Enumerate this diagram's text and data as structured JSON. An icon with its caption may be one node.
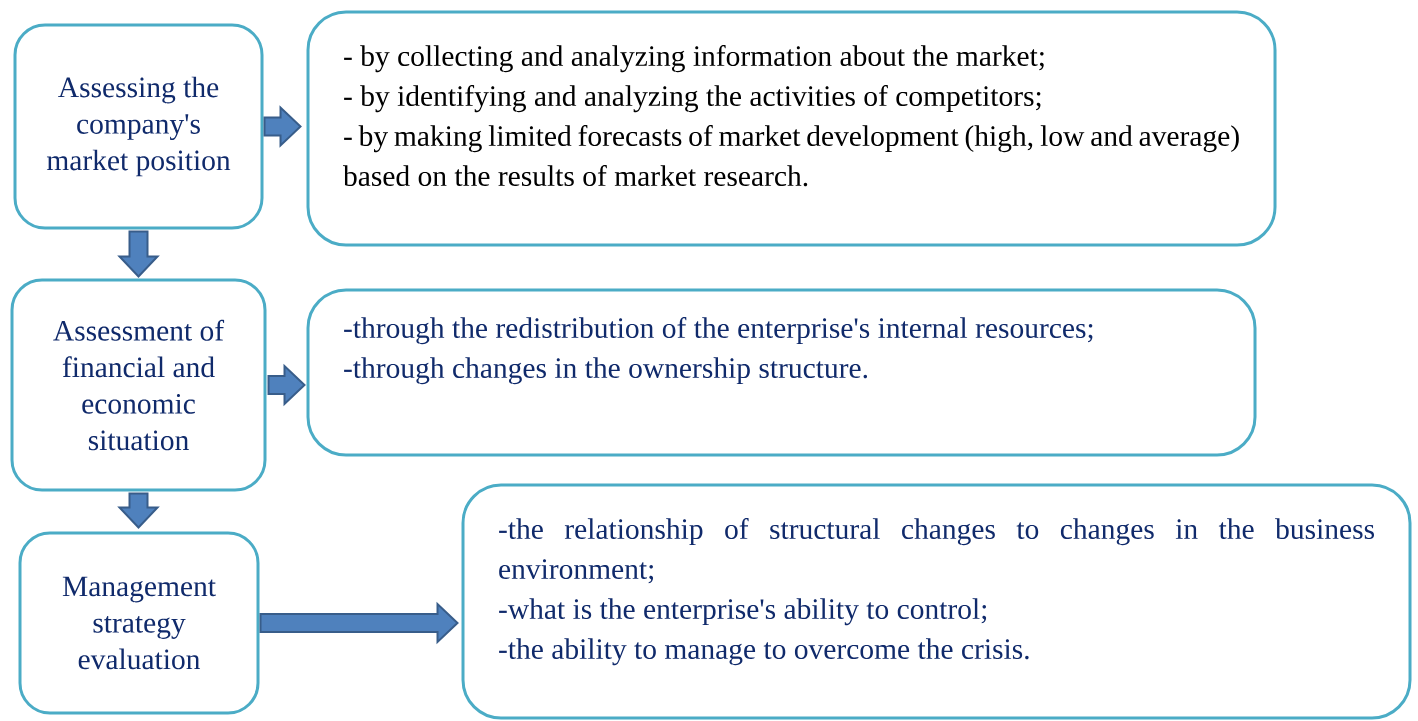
{
  "diagram": {
    "nodes": [
      {
        "text": [
          "Assessing the company's market position"
        ]
      },
      {
        "text": [
          "- by collecting and analyzing information about the market;",
          "- by identifying and analyzing the activities of competitors;",
          "- by making limited forecasts of market development (high, low and average) based on the results of market research."
        ]
      },
      {
        "text": [
          "Assessment of financial and economic situation"
        ]
      },
      {
        "text": [
          "-through the redistribution of the enterprise's internal resources;",
          "-through changes in the ownership structure."
        ]
      },
      {
        "text": [
          "Management strategy evaluation"
        ]
      },
      {
        "text": [
          "-the relationship of structural changes to changes in the business environment;",
          "-what is the enterprise's ability to control;",
          "-the ability to manage to overcome the crisis."
        ]
      }
    ],
    "edges": [
      {
        "from": 0,
        "to": 1,
        "arrow": "to"
      },
      {
        "from": 0,
        "to": 2,
        "arrow": "to"
      },
      {
        "from": 2,
        "to": 3,
        "arrow": "to"
      },
      {
        "from": 2,
        "to": 4,
        "arrow": "to"
      },
      {
        "from": 4,
        "to": 5,
        "arrow": "to"
      }
    ]
  }
}
